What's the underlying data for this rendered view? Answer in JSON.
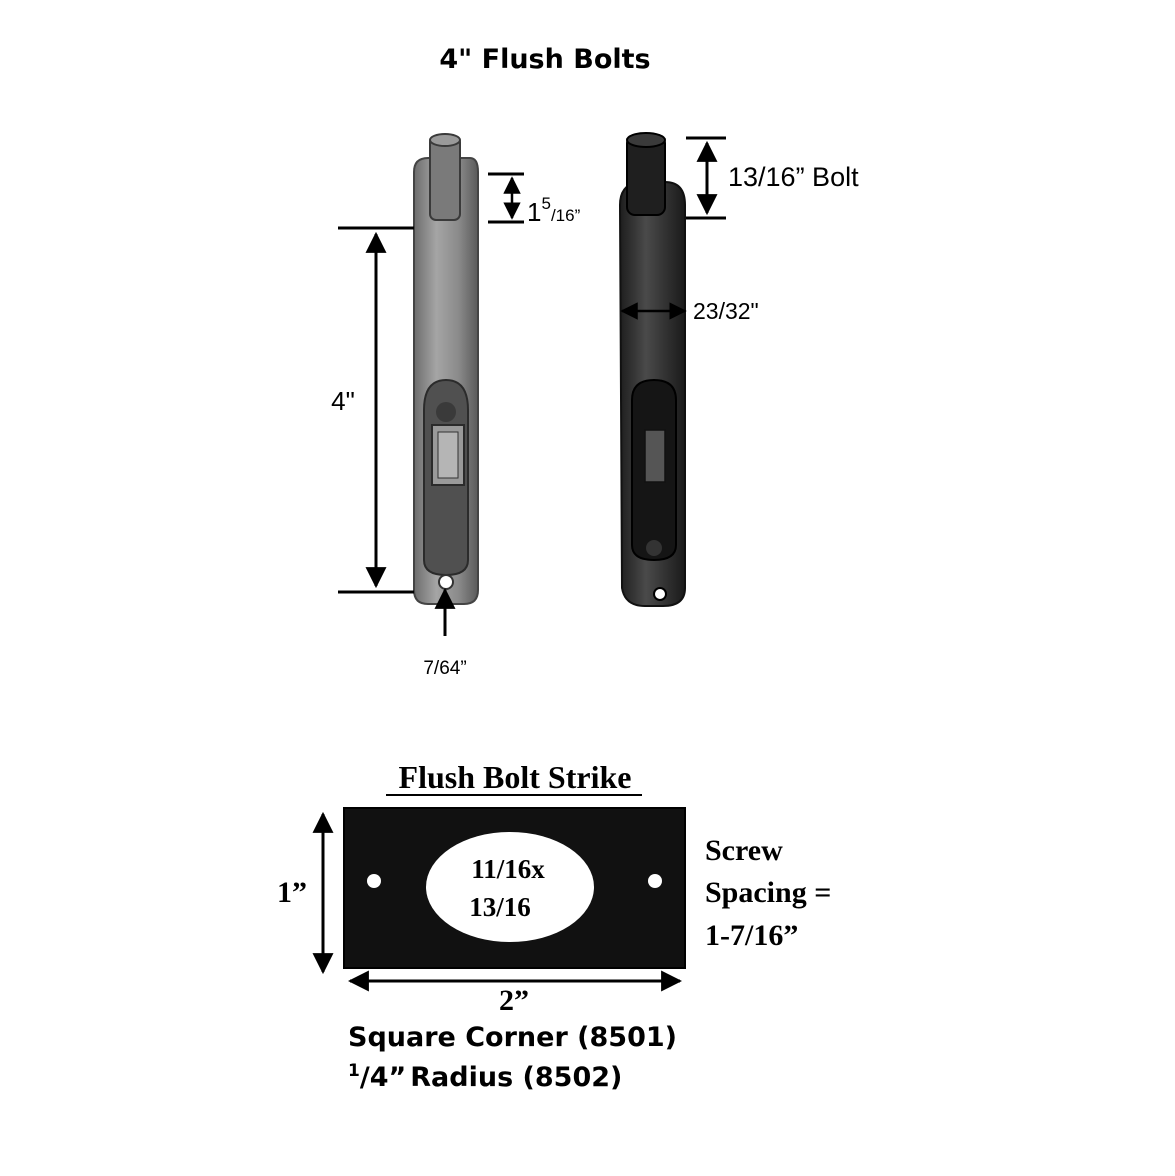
{
  "title": "4\" Flush Bolts",
  "bolt_dimensions": {
    "bolt_projection": "1",
    "bolt_projection_fraction_num": "5",
    "bolt_projection_fraction_den": "/16”",
    "length": "4\"",
    "hole": "7/64”",
    "bolt_length": "13/16” Bolt",
    "width": "23/32\""
  },
  "strike": {
    "title": "Flush Bolt Strike",
    "hole_line1": "11/16x",
    "hole_line2": "13/16",
    "height": "1”",
    "width": "2”",
    "screw_line1": "Screw",
    "screw_line2": "Spacing =",
    "screw_line3": "1-7/16”"
  },
  "models": {
    "square_corner": "Square Corner (8501)",
    "radius_fraction_num": "1",
    "radius_fraction_den": "/4”",
    "radius_text": "Radius (8502)"
  },
  "colors": {
    "ink": "#000000",
    "bolt_light": "#8e8e8e",
    "bolt_dark": "#2a2a2a",
    "strike_plate": "#111111"
  }
}
